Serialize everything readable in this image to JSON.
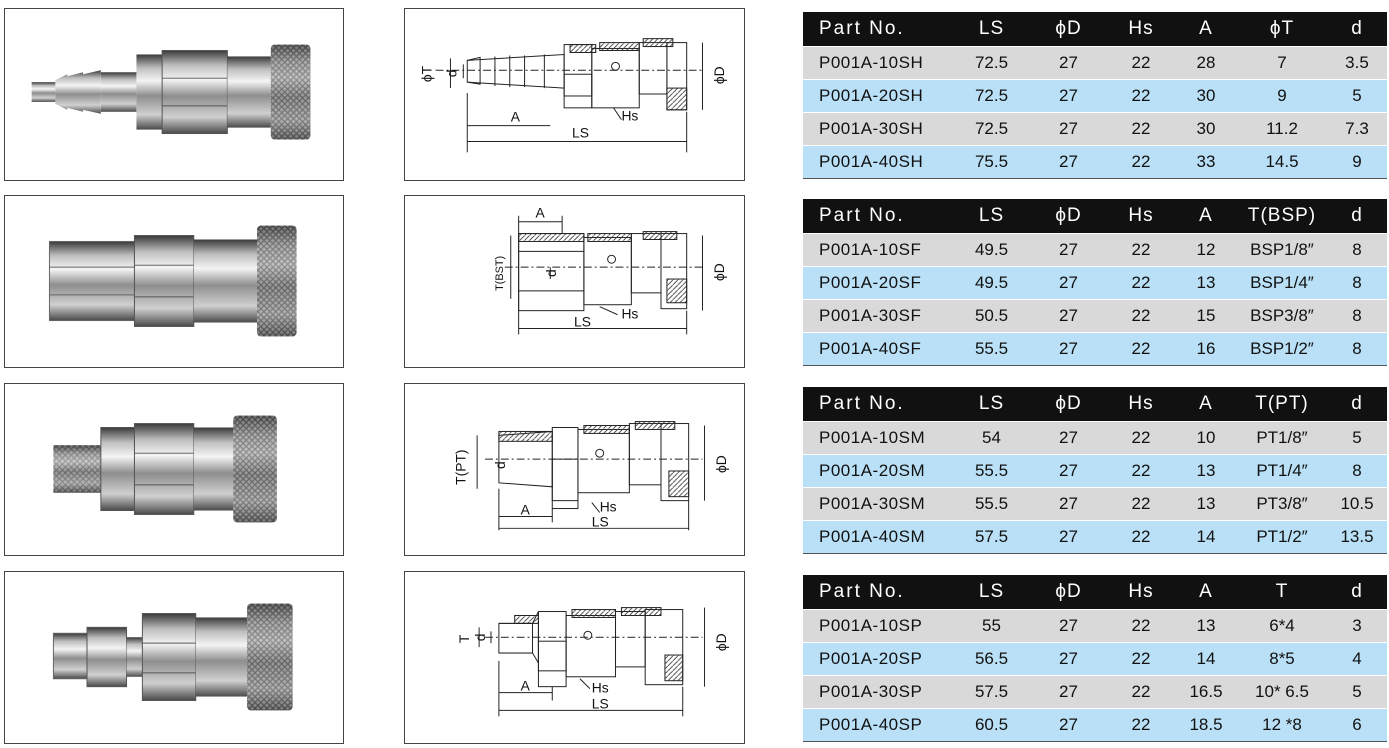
{
  "products": [
    {
      "table": {
        "headers": [
          "Part No.",
          "LS",
          "ϕD",
          "Hs",
          "A",
          "ϕT",
          "d"
        ],
        "rows": [
          [
            "P001A-10SH",
            "72.5",
            "27",
            "22",
            "28",
            "7",
            "3.5"
          ],
          [
            "P001A-20SH",
            "72.5",
            "27",
            "22",
            "30",
            "9",
            "5"
          ],
          [
            "P001A-30SH",
            "72.5",
            "27",
            "22",
            "30",
            "11.2",
            "7.3"
          ],
          [
            "P001A-40SH",
            "75.5",
            "27",
            "22",
            "33",
            "14.5",
            "9"
          ]
        ]
      },
      "drawing_labels": {
        "phi_t": "ϕT",
        "d": "d",
        "a": "A",
        "ls": "LS",
        "hs": "Hs",
        "phi_d": "ϕD"
      }
    },
    {
      "table": {
        "headers": [
          "Part No.",
          "LS",
          "ϕD",
          "Hs",
          "A",
          "T(BSP)",
          "d"
        ],
        "rows": [
          [
            "P001A-10SF",
            "49.5",
            "27",
            "22",
            "12",
            "BSP1/8″",
            "8"
          ],
          [
            "P001A-20SF",
            "49.5",
            "27",
            "22",
            "13",
            "BSP1/4″",
            "8"
          ],
          [
            "P001A-30SF",
            "50.5",
            "27",
            "22",
            "15",
            "BSP3/8″",
            "8"
          ],
          [
            "P001A-40SF",
            "55.5",
            "27",
            "22",
            "16",
            "BSP1/2″",
            "8"
          ]
        ]
      },
      "drawing_labels": {
        "t": "T(BST)",
        "d": "d",
        "a": "A",
        "ls": "LS",
        "hs": "Hs",
        "phi_d": "ϕD"
      }
    },
    {
      "table": {
        "headers": [
          "Part No.",
          "LS",
          "ϕD",
          "Hs",
          "A",
          "T(PT)",
          "d"
        ],
        "rows": [
          [
            "P001A-10SM",
            "54",
            "27",
            "22",
            "10",
            "PT1/8″",
            "5"
          ],
          [
            "P001A-20SM",
            "55.5",
            "27",
            "22",
            "13",
            "PT1/4″",
            "8"
          ],
          [
            "P001A-30SM",
            "55.5",
            "27",
            "22",
            "13",
            "PT3/8″",
            "10.5"
          ],
          [
            "P001A-40SM",
            "57.5",
            "27",
            "22",
            "14",
            "PT1/2″",
            "13.5"
          ]
        ]
      },
      "drawing_labels": {
        "t": "T(PT)",
        "d": "d",
        "a": "A",
        "ls": "LS",
        "hs": "Hs",
        "phi_d": "ϕD"
      }
    },
    {
      "table": {
        "headers": [
          "Part No.",
          "LS",
          "ϕD",
          "Hs",
          "A",
          "T",
          "d"
        ],
        "rows": [
          [
            "P001A-10SP",
            "55",
            "27",
            "22",
            "13",
            "6*4",
            "3"
          ],
          [
            "P001A-20SP",
            "56.5",
            "27",
            "22",
            "14",
            "8*5",
            "4"
          ],
          [
            "P001A-30SP",
            "57.5",
            "27",
            "22",
            "16.5",
            "10* 6.5",
            "5"
          ],
          [
            "P001A-40SP",
            "60.5",
            "27",
            "22",
            "18.5",
            "12 *8",
            "6"
          ]
        ]
      },
      "drawing_labels": {
        "t": "T",
        "d": "d",
        "a": "A",
        "ls": "LS",
        "hs": "Hs",
        "phi_d": "ϕD"
      }
    }
  ],
  "colors": {
    "header_bg": "#111111",
    "row_gray": "#d9d9d9",
    "row_blue": "#b9e0f7"
  },
  "photo_subjects": [
    "hose-barb-coupler",
    "female-thread-coupler",
    "male-thread-coupler",
    "push-on-hose-coupler"
  ]
}
